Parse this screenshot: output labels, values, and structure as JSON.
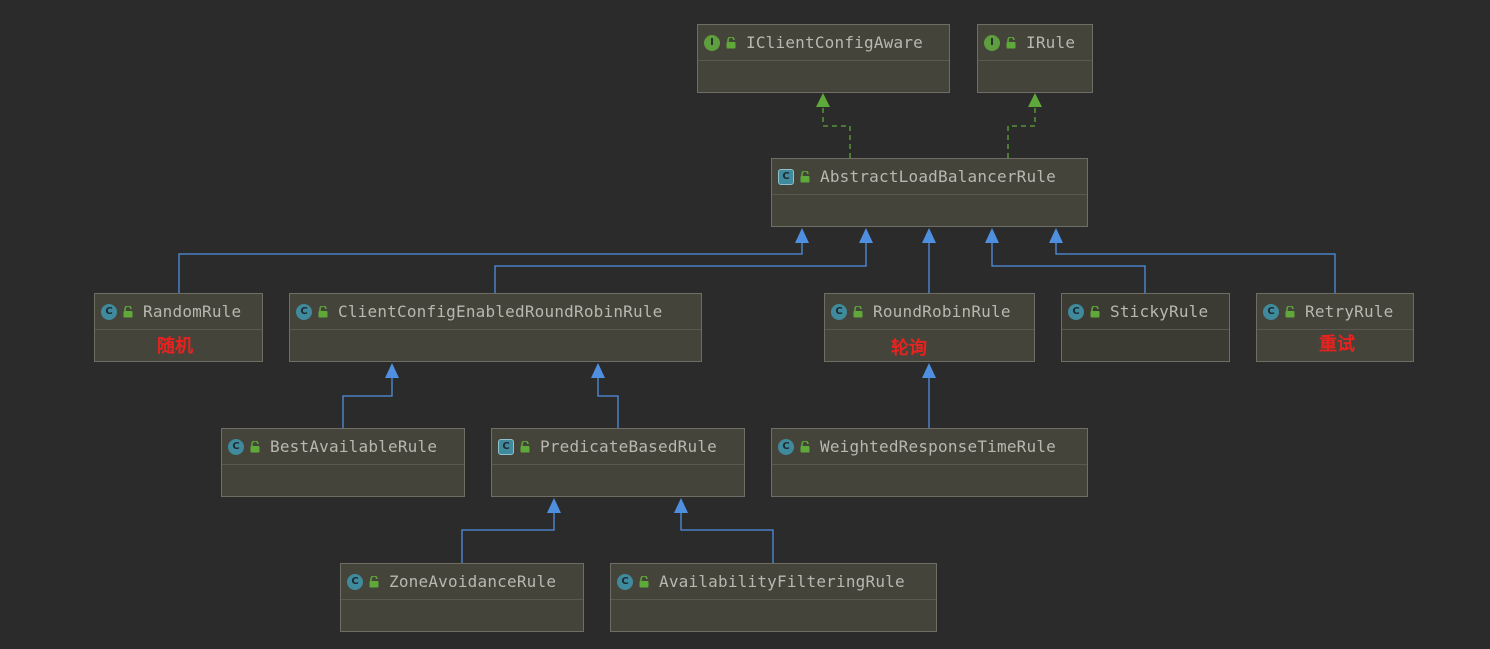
{
  "colors": {
    "background": "#2b2b2b",
    "node_fill": "#45443b",
    "node_border": "#6e6e66",
    "extends_edge": "#4f8fe0",
    "implements_edge": "#5fa83a",
    "class_icon": "#3f8a9c",
    "interface_icon": "#5f9e3e",
    "annotation_text": "#e8221e"
  },
  "nodes": {
    "iclientconfigaware": {
      "name": "IClientConfigAware",
      "kind": "interface",
      "icon": "interface-icon"
    },
    "irule": {
      "name": "IRule",
      "kind": "interface",
      "icon": "interface-icon"
    },
    "abstractloadbalancerrule": {
      "name": "AbstractLoadBalancerRule",
      "kind": "abstract-class",
      "icon": "abstract-class-icon"
    },
    "randomrule": {
      "name": "RandomRule",
      "kind": "class",
      "note": "随机",
      "icon": "class-icon"
    },
    "clientconfigenabledroundrobinrule": {
      "name": "ClientConfigEnabledRoundRobinRule",
      "kind": "class",
      "icon": "class-icon"
    },
    "roundrobinrule": {
      "name": "RoundRobinRule",
      "kind": "class",
      "note": "轮询",
      "icon": "class-icon"
    },
    "stickyrule": {
      "name": "StickyRule",
      "kind": "class",
      "icon": "class-icon"
    },
    "retryrule": {
      "name": "RetryRule",
      "kind": "class",
      "note": "重试",
      "icon": "class-icon"
    },
    "bestavailablerule": {
      "name": "BestAvailableRule",
      "kind": "class",
      "icon": "class-icon"
    },
    "predicatebasedrule": {
      "name": "PredicateBasedRule",
      "kind": "abstract-class",
      "icon": "abstract-class-icon"
    },
    "weightedresponsetimerule": {
      "name": "WeightedResponseTimeRule",
      "kind": "class",
      "icon": "class-icon"
    },
    "zoneavoidancerule": {
      "name": "ZoneAvoidanceRule",
      "kind": "class",
      "icon": "class-icon"
    },
    "availabilityfilteringrule": {
      "name": "AvailabilityFilteringRule",
      "kind": "class",
      "icon": "class-icon"
    }
  },
  "edges": [
    {
      "from": "abstractloadbalancerrule",
      "to": "iclientconfigaware",
      "type": "implements"
    },
    {
      "from": "abstractloadbalancerrule",
      "to": "irule",
      "type": "implements"
    },
    {
      "from": "randomrule",
      "to": "abstractloadbalancerrule",
      "type": "extends"
    },
    {
      "from": "clientconfigenabledroundrobinrule",
      "to": "abstractloadbalancerrule",
      "type": "extends"
    },
    {
      "from": "roundrobinrule",
      "to": "abstractloadbalancerrule",
      "type": "extends"
    },
    {
      "from": "stickyrule",
      "to": "abstractloadbalancerrule",
      "type": "extends"
    },
    {
      "from": "retryrule",
      "to": "abstractloadbalancerrule",
      "type": "extends"
    },
    {
      "from": "bestavailablerule",
      "to": "clientconfigenabledroundrobinrule",
      "type": "extends"
    },
    {
      "from": "predicatebasedrule",
      "to": "clientconfigenabledroundrobinrule",
      "type": "extends"
    },
    {
      "from": "weightedresponsetimerule",
      "to": "roundrobinrule",
      "type": "extends"
    },
    {
      "from": "zoneavoidancerule",
      "to": "predicatebasedrule",
      "type": "extends"
    },
    {
      "from": "availabilityfilteringrule",
      "to": "predicatebasedrule",
      "type": "extends"
    }
  ]
}
